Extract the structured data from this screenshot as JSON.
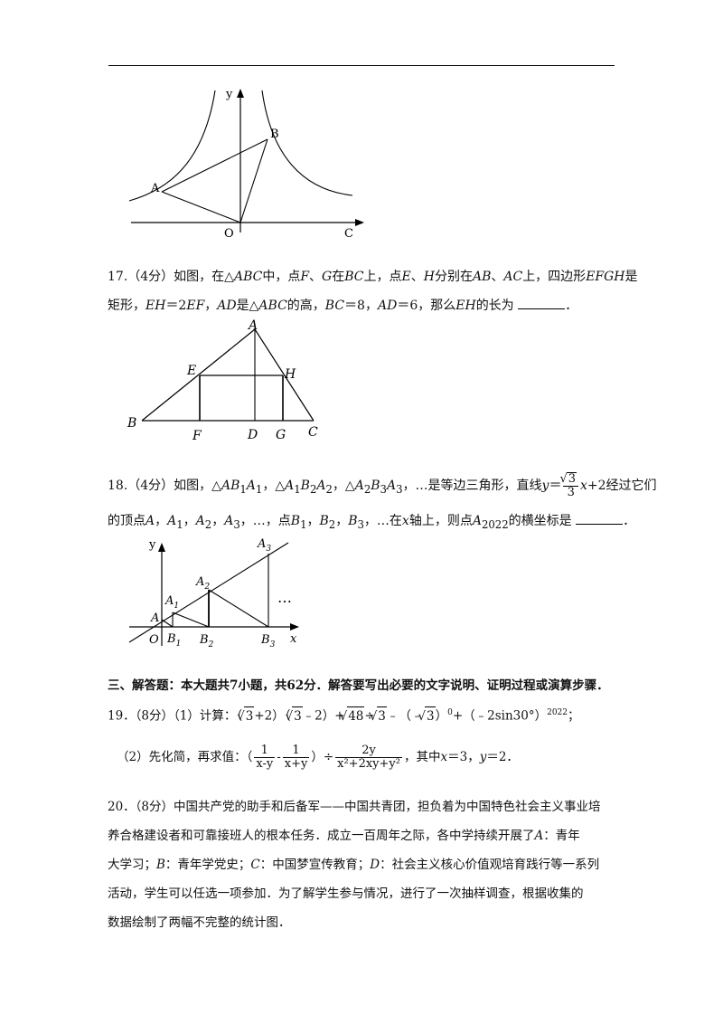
{
  "fig16": {
    "y": "y",
    "B": "B",
    "A": "A",
    "O": "O",
    "C": "C"
  },
  "q17": {
    "head": "17.（4分）如图，在△",
    "abc": "ABC",
    "t1": "中，点",
    "F": "F",
    "sep1": "、",
    "G": "G",
    "t2": "在",
    "BC": "BC",
    "t3": "上，点",
    "E": "E",
    "sep2": "、",
    "H": "H",
    "t4": "分别在",
    "AB": "AB",
    "sep3": "、",
    "AC": "AC",
    "t5": "上，四边形",
    "EFGH": "EFGH",
    "t6": "是",
    "l2a": "矩形，",
    "EH": "EH",
    "l2b": "＝2",
    "EF": "EF",
    "l2c": "，",
    "AD": "AD",
    "l2d": "是△",
    "ABC2": "ABC",
    "l2e": "的高，",
    "BC2": "BC",
    "l2f": "＝8，",
    "AD2": "AD",
    "l2g": "＝6，那么",
    "EH2": "EH",
    "l2h": "的长为",
    "end": "．"
  },
  "fig17": {
    "A": "A",
    "E": "E",
    "H": "H",
    "B": "B",
    "F": "F",
    "D": "D",
    "G": "G",
    "C": "C"
  },
  "q18": {
    "head": "18.（4分）如图，△",
    "tri1": "AB",
    "s1a": "1",
    "tri1b": "A",
    "s1b": "1",
    "c1": "，△",
    "tri2": "A",
    "s2a": "1",
    "tri2b": "B",
    "s2b": "2",
    "tri2c": "A",
    "s2c": "2",
    "c2": "，△",
    "tri3": "A",
    "s3a": "2",
    "tri3b": "B",
    "s3b": "3",
    "tri3c": "A",
    "s3c": "3",
    "t1": "，…是等边三角形，直线",
    "yv": "y",
    "eq": "＝",
    "num": "3",
    "den": "3",
    "xv": "x",
    "t2": "+2经过它们",
    "l2a": "的顶点",
    "A": "A",
    "l2b": "，",
    "A1": "A",
    "s4": "1",
    "l2c": "，",
    "A2": "A",
    "s5": "2",
    "l2d": "，",
    "A3": "A",
    "s6": "3",
    "l2e": "，…，点",
    "B1": "B",
    "s7": "1",
    "l2f": "，",
    "B2": "B",
    "s8": "2",
    "l2g": "，",
    "B3": "B",
    "s9": "3",
    "l2h": "，…在",
    "x2": "x",
    "l2i": "轴上，则点",
    "A2022": "A",
    "s10": "2022",
    "l2j": "的横坐标是",
    "end": "．"
  },
  "fig18": {
    "y": "y",
    "A3": "A",
    "s3": "3",
    "A2": "A",
    "s2": "2",
    "A1": "A",
    "s1": "1",
    "A": "A",
    "dots": "…",
    "O": "O",
    "B1": "B",
    "sb1": "1",
    "B2": "B",
    "sb2": "2",
    "B3": "B",
    "sb3": "3",
    "x": "x"
  },
  "section3": "三、解答题：本大题共7小题，共62分．解答要写出必要的文字说明、证明过程或演算步骤．",
  "q19": {
    "head": "19．（8分）（1）计算：（",
    "r3a": "3",
    "p1": "+2）（",
    "r3b": "3",
    "p2": "﹣2）+",
    "r48": "48",
    "div": "÷",
    "r3c": "3",
    "p3": "﹣（﹣",
    "r3d": "3",
    "p4": "）",
    "sup0": "0",
    "p5": "+（﹣2sin30°）",
    "sup2022": "2022",
    "p6": "；",
    "l2a": "（2）先化简，再求值：（",
    "f1n": "1",
    "f1d": "x-y",
    "minus": "-",
    "f2n": "1",
    "f2d": "x+y",
    "l2b": "）÷",
    "f3n": "2y",
    "f3d": "x²+2xy+y²",
    "l2c": "，其中",
    "xv": "x",
    "l2d": "＝3，",
    "yv": "y",
    "l2e": "＝2．"
  },
  "q20": {
    "l1": "20．（8分）中国共产党的助手和后备军——中国共青团，担负着为中国特色社会主义事业培",
    "l2": "养合格建设者和可靠接班人的根本任务．成立一百周年之际，各中学持续开展了",
    "A": "A",
    "l2b": "：青年",
    "l3a": "大学习；",
    "B": "B",
    "l3b": "：青年学党史；",
    "C": "C",
    "l3c": "：中国梦宣传教育；",
    "D": "D",
    "l3d": "：社会主义核心价值观培育践行等一系列",
    "l4": "活动，学生可以任选一项参加．为了解学生参与情况，进行了一次抽样调查，根据收集的",
    "l5": "数据绘制了两幅不完整的统计图．"
  }
}
